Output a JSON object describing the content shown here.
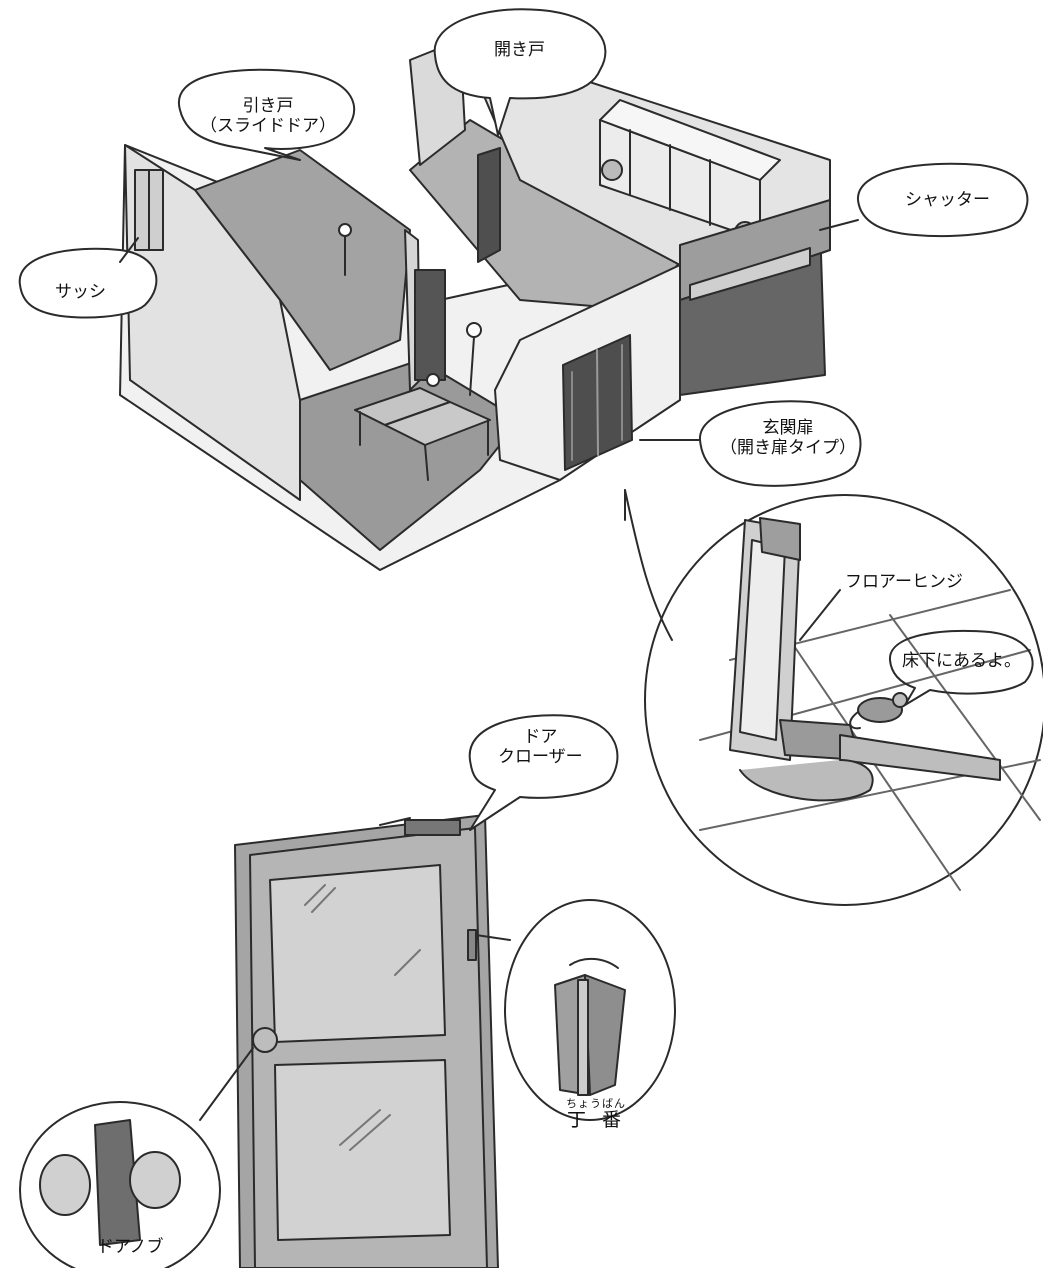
{
  "labels": {
    "hiraki_do": "開き戸",
    "hikido_1": "引き戸",
    "hikido_2": "（スライドドア）",
    "sasshi": "サッシ",
    "shutter": "シャッター",
    "genkan_1": "玄関扉",
    "genkan_2": "（開き扉タイプ）",
    "floor_hinge": "フロアーヒンジ",
    "yukashita": "床下にあるよ。",
    "closer_1": "ドア",
    "closer_2": "クローザー",
    "choban_ruby": "ちょうばん",
    "choban": "丁番",
    "door_knob": "ドアノブ"
  },
  "colors": {
    "line": "#2b2b2b",
    "wall": "#e6e6e6",
    "floor": "#8e8e8e",
    "dark": "#5c5c5c",
    "door_face": "#a9a9a9",
    "panel": "#cfcfcf",
    "bubble": "#ffffff"
  }
}
